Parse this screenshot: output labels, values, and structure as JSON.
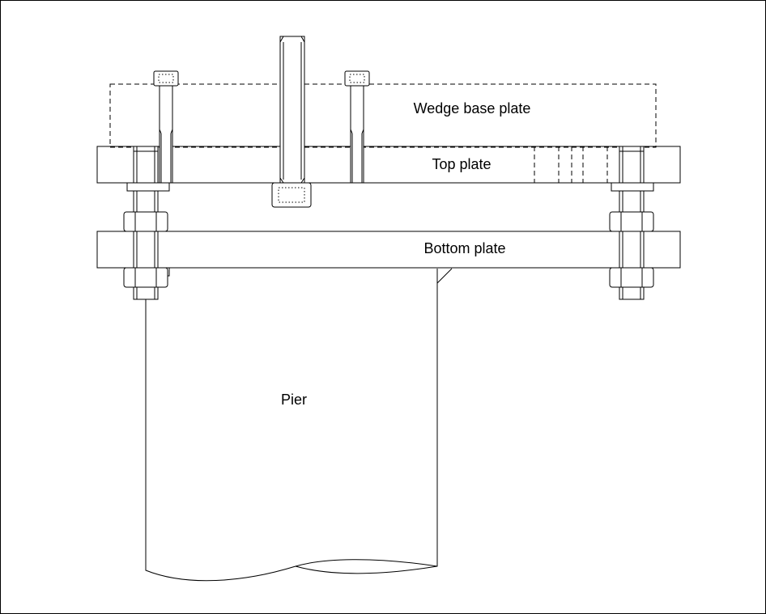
{
  "labels": {
    "wedge_base_plate": "Wedge base plate",
    "top_plate": "Top plate",
    "bottom_plate": "Bottom plate",
    "pier": "Pier"
  }
}
